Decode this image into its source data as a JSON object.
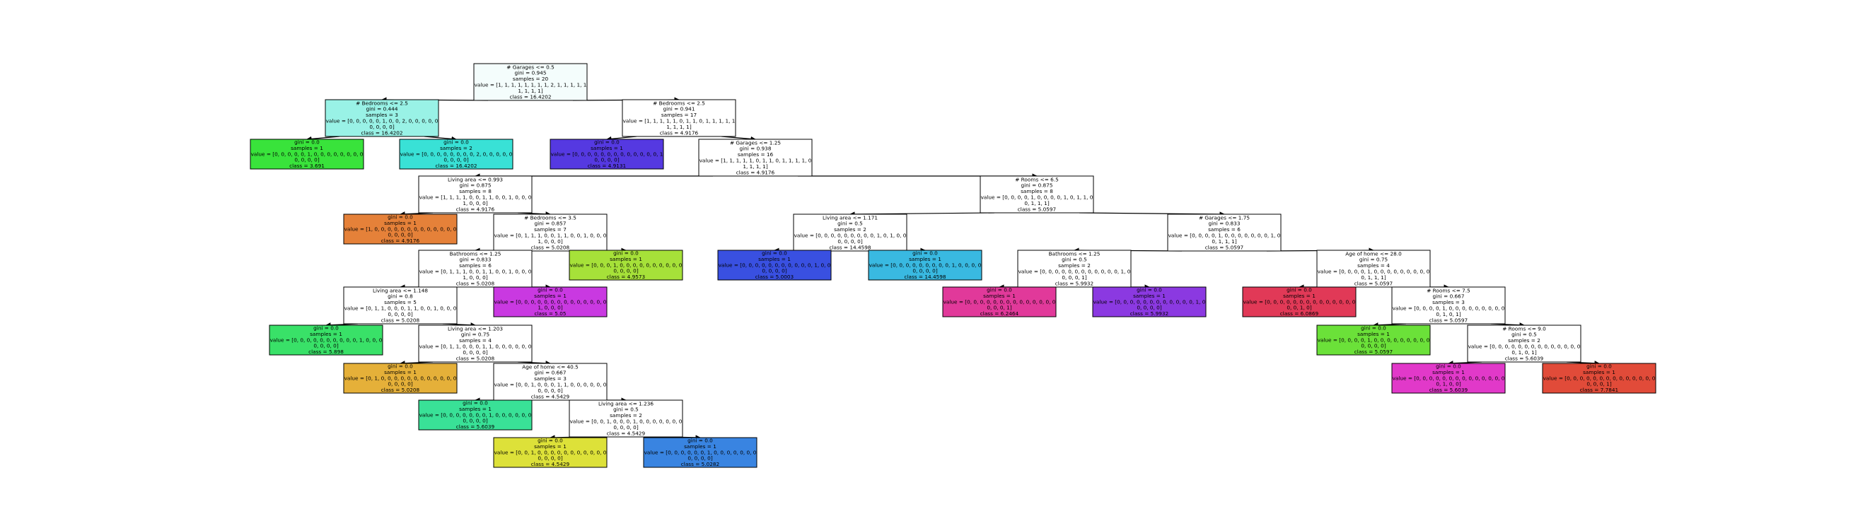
{
  "tree": {
    "nodes": [
      {
        "id": "n0",
        "fill": "#f4fdfc",
        "lines": [
          "# Garages <= 0.5",
          "gini = 0.945",
          "samples = 20",
          "value = [1, 1, 1, 1, 1, 1, 1, 1, 2, 1, 1, 1, 1, 1",
          "1, 1, 1, 1]",
          "class = 16.4202"
        ]
      },
      {
        "id": "n1",
        "fill": "#99f2e6",
        "lines": [
          "# Bedrooms <= 2.5",
          "gini = 0.444",
          "samples = 3",
          "value = [0, 0, 0, 0, 0, 1, 0, 0, 2, 0, 0, 0, 0, 0",
          "0, 0, 0, 0]",
          "class = 16.4202"
        ]
      },
      {
        "id": "n2",
        "fill": "#39e33b",
        "lines": [
          "gini = 0.0",
          "samples = 1",
          "value = [0, 0, 0, 0, 0, 1, 0, 0, 0, 0, 0, 0, 0, 0",
          "0, 0, 0, 0]",
          "class = 3.691"
        ]
      },
      {
        "id": "n3",
        "fill": "#39e1d6",
        "lines": [
          "gini = 0.0",
          "samples = 2",
          "value = [0, 0, 0, 0, 0, 0, 0, 0, 2, 0, 0, 0, 0, 0",
          "0, 0, 0, 0]",
          "class = 16.4202"
        ]
      },
      {
        "id": "n4",
        "fill": "#ffffff",
        "lines": [
          "# Bedrooms <= 2.5",
          "gini = 0.941",
          "samples = 17",
          "value = [1, 1, 1, 1, 1, 0, 1, 1, 0, 1, 1, 1, 1, 1",
          "1, 1, 1, 1]",
          "class = 4.9176"
        ]
      },
      {
        "id": "n5",
        "fill": "#5539e1",
        "lines": [
          "gini = 0.0",
          "samples = 1",
          "value = [0, 0, 0, 0, 0, 0, 0, 0, 0, 0, 0, 0, 0, 1",
          "0, 0, 0, 0]",
          "class = 4.9131"
        ]
      },
      {
        "id": "n6",
        "fill": "#ffffff",
        "lines": [
          "# Garages <= 1.25",
          "gini = 0.938",
          "samples = 16",
          "value = [1, 1, 1, 1, 1, 0, 1, 1, 0, 1, 1, 1, 1, 0",
          "1, 1, 1, 1]",
          "class = 4.9176"
        ]
      },
      {
        "id": "n7",
        "fill": "#ffffff",
        "lines": [
          "Living area <= 0.993",
          "gini = 0.875",
          "samples = 8",
          "value = [1, 1, 1, 1, 0, 0, 1, 1, 0, 0, 1, 0, 0, 0",
          "1, 0, 0, 0]",
          "class = 4.9176"
        ]
      },
      {
        "id": "n8",
        "fill": "#e58139",
        "lines": [
          "gini = 0.0",
          "samples = 1",
          "value = [1, 0, 0, 0, 0, 0, 0, 0, 0, 0, 0, 0, 0, 0",
          "0, 0, 0, 0]",
          "class = 4.9176"
        ]
      },
      {
        "id": "n9",
        "fill": "#ffffff",
        "lines": [
          "# Bedrooms <= 3.5",
          "gini = 0.857",
          "samples = 7",
          "value = [0, 1, 1, 1, 0, 0, 1, 1, 0, 0, 1, 0, 0, 0",
          "1, 0, 0, 0]",
          "class = 5.0208"
        ]
      },
      {
        "id": "n10",
        "fill": "#ffffff",
        "lines": [
          "Bathrooms <= 1.25",
          "gini = 0.833",
          "samples = 6",
          "value = [0, 1, 1, 1, 0, 0, 1, 1, 0, 0, 1, 0, 0, 0",
          "1, 0, 0, 0]",
          "class = 5.0208"
        ]
      },
      {
        "id": "n11",
        "fill": "#ffffff",
        "lines": [
          "Living area <= 1.148",
          "gini = 0.8",
          "samples = 5",
          "value = [0, 1, 1, 0, 0, 0, 1, 1, 0, 0, 1, 0, 0, 0",
          "0, 0, 0, 0]",
          "class = 5.0208"
        ]
      },
      {
        "id": "n12",
        "fill": "#39e168",
        "lines": [
          "gini = 0.0",
          "samples = 1",
          "value = [0, 0, 0, 0, 0, 0, 0, 0, 0, 0, 1, 0, 0, 0",
          "0, 0, 0, 0]",
          "class = 5.898"
        ]
      },
      {
        "id": "n13",
        "fill": "#ffffff",
        "lines": [
          "Living area <= 1.203",
          "gini = 0.75",
          "samples = 4",
          "value = [0, 1, 1, 0, 0, 0, 1, 1, 0, 0, 0, 0, 0, 0",
          "0, 0, 0, 0]",
          "class = 5.0208"
        ]
      },
      {
        "id": "n14",
        "fill": "#e5b039",
        "lines": [
          "gini = 0.0",
          "samples = 1",
          "value = [0, 1, 0, 0, 0, 0, 0, 0, 0, 0, 0, 0, 0, 0",
          "0, 0, 0, 0]",
          "class = 5.0208"
        ]
      },
      {
        "id": "n15",
        "fill": "#ffffff",
        "lines": [
          "Age of home <= 40.5",
          "gini = 0.667",
          "samples = 3",
          "value = [0, 0, 1, 0, 0, 0, 1, 1, 0, 0, 0, 0, 0, 0",
          "0, 0, 0, 0]",
          "class = 4.5429"
        ]
      },
      {
        "id": "n16",
        "fill": "#39e197",
        "lines": [
          "gini = 0.0",
          "samples = 1",
          "value = [0, 0, 0, 0, 0, 0, 0, 1, 0, 0, 0, 0, 0, 0",
          "0, 0, 0, 0]",
          "class = 5.6039"
        ]
      },
      {
        "id": "n17",
        "fill": "#ffffff",
        "lines": [
          "Living area <= 1.236",
          "gini = 0.5",
          "samples = 2",
          "value = [0, 0, 1, 0, 0, 0, 1, 0, 0, 0, 0, 0, 0, 0",
          "0, 0, 0, 0]",
          "class = 4.5429"
        ]
      },
      {
        "id": "n18",
        "fill": "#dde139",
        "lines": [
          "gini = 0.0",
          "samples = 1",
          "value = [0, 0, 1, 0, 0, 0, 0, 0, 0, 0, 0, 0, 0, 0",
          "0, 0, 0, 0]",
          "class = 4.5429"
        ]
      },
      {
        "id": "n19",
        "fill": "#3984e1",
        "lines": [
          "gini = 0.0",
          "samples = 1",
          "value = [0, 0, 0, 0, 0, 0, 1, 0, 0, 0, 0, 0, 0, 0",
          "0, 0, 0, 0]",
          "class = 5.0282"
        ]
      },
      {
        "id": "n20",
        "fill": "#3ae23a",
        "fill2": "#a6e139",
        "lines": [
          "gini = 0.0",
          "samples = 1",
          "value = [0, 0, 0, 1, 0, 0, 0, 0, 0, 0, 0, 0, 0, 0",
          "0, 0, 0, 0]",
          "class = 4.9573"
        ]
      },
      {
        "id": "n21",
        "fill": "#c939e1",
        "lines": [
          "gini = 0.0",
          "samples = 1",
          "value = [0, 0, 0, 0, 0, 0, 0, 0, 0, 0, 0, 0, 0, 0",
          "1, 0, 0, 0]",
          "class = 5.05"
        ]
      },
      {
        "id": "n22",
        "fill": "#ffffff",
        "lines": [
          "# Rooms <= 6.5",
          "gini = 0.875",
          "samples = 8",
          "value = [0, 0, 0, 0, 1, 0, 0, 0, 0, 1, 0, 1, 1, 0",
          "0, 1, 1, 1]",
          "class = 5.0597"
        ]
      },
      {
        "id": "n23",
        "fill": "#ffffff",
        "lines": [
          "Living area <= 1.171",
          "gini = 0.5",
          "samples = 2",
          "value = [0, 0, 0, 0, 0, 0, 0, 0, 0, 1, 0, 1, 0, 0",
          "0, 0, 0, 0]",
          "class = 14.4598"
        ]
      },
      {
        "id": "n24",
        "fill": "#3950e1",
        "lines": [
          "gini = 0.0",
          "samples = 1",
          "value = [0, 0, 0, 0, 0, 0, 0, 0, 0, 0, 0, 1, 0, 0",
          "0, 0, 0, 0]",
          "class = 5.0003"
        ]
      },
      {
        "id": "n25",
        "fill": "#39b9e1",
        "lines": [
          "gini = 0.0",
          "samples = 1",
          "value = [0, 0, 0, 0, 0, 0, 0, 0, 0, 1, 0, 0, 0, 0",
          "0, 0, 0, 0]",
          "class = 14.4598"
        ]
      },
      {
        "id": "n26",
        "fill": "#ffffff",
        "lines": [
          "# Garages <= 1.75",
          "gini = 0.833",
          "samples = 6",
          "value = [0, 0, 0, 0, 1, 0, 0, 0, 0, 0, 0, 0, 1, 0",
          "0, 1, 1, 1]",
          "class = 5.0597"
        ]
      },
      {
        "id": "n27",
        "fill": "#ffffff",
        "lines": [
          "Bathrooms <= 1.25",
          "gini = 0.5",
          "samples = 2",
          "value = [0, 0, 0, 0, 0, 0, 0, 0, 0, 0, 0, 0, 1, 0",
          "0, 0, 0, 1]",
          "class = 5.9932"
        ]
      },
      {
        "id": "n28",
        "fill": "#e1399a",
        "lines": [
          "gini = 0.0",
          "samples = 1",
          "value = [0, 0, 0, 0, 0, 0, 0, 0, 0, 0, 0, 0, 0, 0",
          "0, 0, 0, 1]",
          "class = 6.2464"
        ]
      },
      {
        "id": "n29",
        "fill": "#8b39e1",
        "lines": [
          "gini = 0.0",
          "samples = 1",
          "value = [0, 0, 0, 0, 0, 0, 0, 0, 0, 0, 0, 0, 1, 0",
          "0, 0, 0, 0]",
          "class = 5.9932"
        ]
      },
      {
        "id": "n30",
        "fill": "#ffffff",
        "lines": [
          "Age of home <= 28.0",
          "gini = 0.75",
          "samples = 4",
          "value = [0, 0, 0, 0, 1, 0, 0, 0, 0, 0, 0, 0, 0, 0",
          "0, 1, 1, 1]",
          "class = 5.0597"
        ]
      },
      {
        "id": "n31",
        "fill": "#e13957",
        "lines": [
          "gini = 0.0",
          "samples = 1",
          "value = [0, 0, 0, 0, 0, 0, 0, 0, 0, 0, 0, 0, 0, 0",
          "0, 0, 1, 0]",
          "class = 6.0869"
        ]
      },
      {
        "id": "n32",
        "fill": "#ffffff",
        "lines": [
          "# Rooms <= 7.5",
          "gini = 0.667",
          "samples = 3",
          "value = [0, 0, 0, 0, 1, 0, 0, 0, 0, 0, 0, 0, 0, 0",
          "0, 1, 0, 1]",
          "class = 5.0597"
        ]
      },
      {
        "id": "n33",
        "fill": "#6be139",
        "lines": [
          "gini = 0.0",
          "samples = 1",
          "value = [0, 0, 0, 0, 1, 0, 0, 0, 0, 0, 0, 0, 0, 0",
          "0, 0, 0, 0]",
          "class = 5.0597"
        ]
      },
      {
        "id": "n34",
        "fill": "#ffffff",
        "lines": [
          "# Rooms <= 9.0",
          "gini = 0.5",
          "samples = 2",
          "value = [0, 0, 0, 0, 0, 0, 0, 0, 0, 0, 0, 0, 0, 0",
          "0, 1, 0, 1]",
          "class = 5.6039"
        ]
      },
      {
        "id": "n35",
        "fill": "#e139c9",
        "lines": [
          "gini = 0.0",
          "samples = 1",
          "value = [0, 0, 0, 0, 0, 0, 0, 0, 0, 0, 0, 0, 0, 0",
          "0, 1, 0, 0]",
          "class = 5.6039"
        ]
      },
      {
        "id": "n36",
        "fill": "#e14b39",
        "lines": [
          "gini = 0.0",
          "samples = 1",
          "value = [0, 0, 0, 0, 0, 0, 0, 0, 0, 0, 0, 0, 0, 0",
          "0, 0, 0, 1]",
          "class = 7.7841"
        ]
      }
    ],
    "edges": [
      [
        "n0",
        "n1"
      ],
      [
        "n0",
        "n4"
      ],
      [
        "n1",
        "n2"
      ],
      [
        "n1",
        "n3"
      ],
      [
        "n4",
        "n5"
      ],
      [
        "n4",
        "n6"
      ],
      [
        "n6",
        "n7"
      ],
      [
        "n6",
        "n22"
      ],
      [
        "n7",
        "n8"
      ],
      [
        "n7",
        "n9"
      ],
      [
        "n9",
        "n10"
      ],
      [
        "n9",
        "n20"
      ],
      [
        "n10",
        "n11"
      ],
      [
        "n10",
        "n21"
      ],
      [
        "n11",
        "n12"
      ],
      [
        "n11",
        "n13"
      ],
      [
        "n13",
        "n14"
      ],
      [
        "n13",
        "n15"
      ],
      [
        "n15",
        "n16"
      ],
      [
        "n15",
        "n17"
      ],
      [
        "n17",
        "n18"
      ],
      [
        "n17",
        "n19"
      ],
      [
        "n22",
        "n23"
      ],
      [
        "n22",
        "n26"
      ],
      [
        "n23",
        "n24"
      ],
      [
        "n23",
        "n25"
      ],
      [
        "n26",
        "n27"
      ],
      [
        "n26",
        "n30"
      ],
      [
        "n27",
        "n28"
      ],
      [
        "n27",
        "n29"
      ],
      [
        "n30",
        "n31"
      ],
      [
        "n30",
        "n32"
      ],
      [
        "n32",
        "n33"
      ],
      [
        "n32",
        "n34"
      ],
      [
        "n34",
        "n35"
      ],
      [
        "n34",
        "n36"
      ]
    ]
  }
}
